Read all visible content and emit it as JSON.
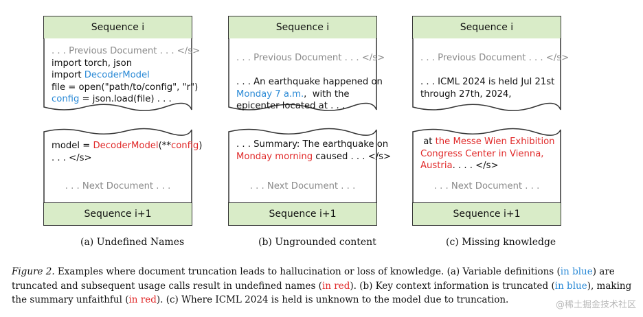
{
  "panels": [
    {
      "header": "Sequence i",
      "top_lines": [
        [
          {
            "t": ". . . Previous Document . . . </s>",
            "c": "gray"
          }
        ],
        [
          {
            "t": "import torch, json",
            "c": ""
          }
        ],
        [
          {
            "t": "import ",
            "c": ""
          },
          {
            "t": "DecoderModel",
            "c": "blue"
          }
        ],
        [
          {
            "t": "file = open(\"path/to/config\", \"r\")",
            "c": ""
          }
        ],
        [
          {
            "t": "config",
            "c": "blue"
          },
          {
            "t": " = json.load(file) . . .",
            "c": ""
          }
        ]
      ],
      "bottom_lines": [
        [
          {
            "t": "model = ",
            "c": ""
          },
          {
            "t": "DecoderModel",
            "c": "red"
          },
          {
            "t": "(**",
            "c": ""
          },
          {
            "t": "config",
            "c": "red"
          },
          {
            "t": ")",
            "c": ""
          }
        ],
        [
          {
            "t": ". . . </s>",
            "c": ""
          }
        ]
      ],
      "next_doc": ". . . Next Document . . .",
      "footer": "Sequence i+1",
      "caption": "(a)  Undefined Names"
    },
    {
      "header": "Sequence i",
      "top_lines": [
        [
          {
            "t": ". . . Previous Document . . . </s>",
            "c": "gray"
          }
        ],
        [
          {
            "t": "",
            "c": ""
          }
        ],
        [
          {
            "t": ". . . An earthquake happened on",
            "c": ""
          }
        ],
        [
          {
            "t": "Monday 7 a.m.",
            "c": "blue"
          },
          {
            "t": ",  with the",
            "c": ""
          }
        ],
        [
          {
            "t": "epicenter located at . . .",
            "c": ""
          }
        ]
      ],
      "bottom_lines": [
        [
          {
            "t": ". . . Summary: The earthquake on",
            "c": ""
          }
        ],
        [
          {
            "t": "Monday morning",
            "c": "red"
          },
          {
            "t": " caused . . . </s>",
            "c": ""
          }
        ]
      ],
      "next_doc": ". . . Next Document . . .",
      "footer": "Sequence i+1",
      "caption": "(b)  Ungrounded content"
    },
    {
      "header": "Sequence i",
      "top_lines": [
        [
          {
            "t": ". . . Previous Document . . . </s>",
            "c": "gray"
          }
        ],
        [
          {
            "t": "",
            "c": ""
          }
        ],
        [
          {
            "t": ". . . ICML 2024 is held Jul 21st",
            "c": ""
          }
        ],
        [
          {
            "t": "through 27th, 2024,",
            "c": ""
          }
        ]
      ],
      "bottom_lines": [
        [
          {
            "t": " at ",
            "c": ""
          },
          {
            "t": "the Messe Wien Exhibition",
            "c": "red"
          }
        ],
        [
          {
            "t": "Congress Center in Vienna,",
            "c": "red"
          }
        ],
        [
          {
            "t": "Austria",
            "c": "red"
          },
          {
            "t": ". . . . </s>",
            "c": ""
          }
        ]
      ],
      "next_doc": ". . . Next Document . . .",
      "footer": "Sequence i+1",
      "caption": "(c)  Missing knowledge"
    }
  ],
  "figure_caption": {
    "label": "Figure 2.",
    "segments": [
      {
        "t": " Examples where document truncation leads to hallucination or loss of knowledge. (a) Variable definitions (",
        "c": ""
      },
      {
        "t": "in blue",
        "c": "blue"
      },
      {
        "t": ") are truncated and subsequent usage calls result in undefined names (",
        "c": ""
      },
      {
        "t": "in red",
        "c": "red"
      },
      {
        "t": "). (b) Key context information is truncated (",
        "c": ""
      },
      {
        "t": "in blue",
        "c": "blue"
      },
      {
        "t": "), making the summary unfaithful (",
        "c": ""
      },
      {
        "t": "in red",
        "c": "red"
      },
      {
        "t": "). (c) Where ICML 2024 is held is unknown to the model due to truncation.",
        "c": ""
      }
    ]
  },
  "watermark": "@稀土掘金技术社区",
  "colors": {
    "header_fill": "#d9ecc8",
    "blue": "#2b8ad6",
    "red": "#e02a2a",
    "gray": "#8a8a8a"
  }
}
